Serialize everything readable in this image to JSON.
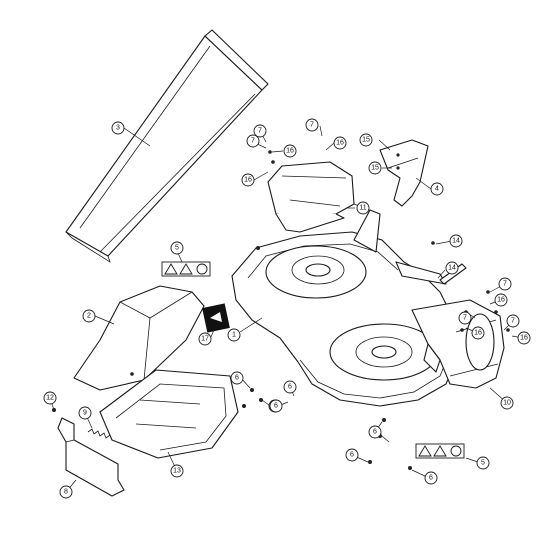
{
  "callouts": {
    "c1": "1",
    "c2": "2",
    "c3": "3",
    "c4": "4",
    "c5a": "5",
    "c5b": "5",
    "c6a": "6",
    "c6b": "6",
    "c6c": "6",
    "c6d": "6",
    "c6e": "6",
    "c6f": "6",
    "c7a": "7",
    "c7b": "7",
    "c7c": "7",
    "c7d": "7",
    "c7e": "7",
    "c7f": "7",
    "c8": "8",
    "c9": "9",
    "c10": "10",
    "c11": "11",
    "c12": "12",
    "c13": "13",
    "c14a": "14",
    "c14b": "14",
    "c15a": "15",
    "c15b": "15",
    "c16a": "16",
    "c16b": "16",
    "c16c": "16",
    "c16d": "16",
    "c16e": "16",
    "c16f": "16",
    "c17": "17"
  },
  "icons": {
    "warning_label": "warning-label-icon",
    "safety_sticker": "safety-sticker-icon"
  }
}
